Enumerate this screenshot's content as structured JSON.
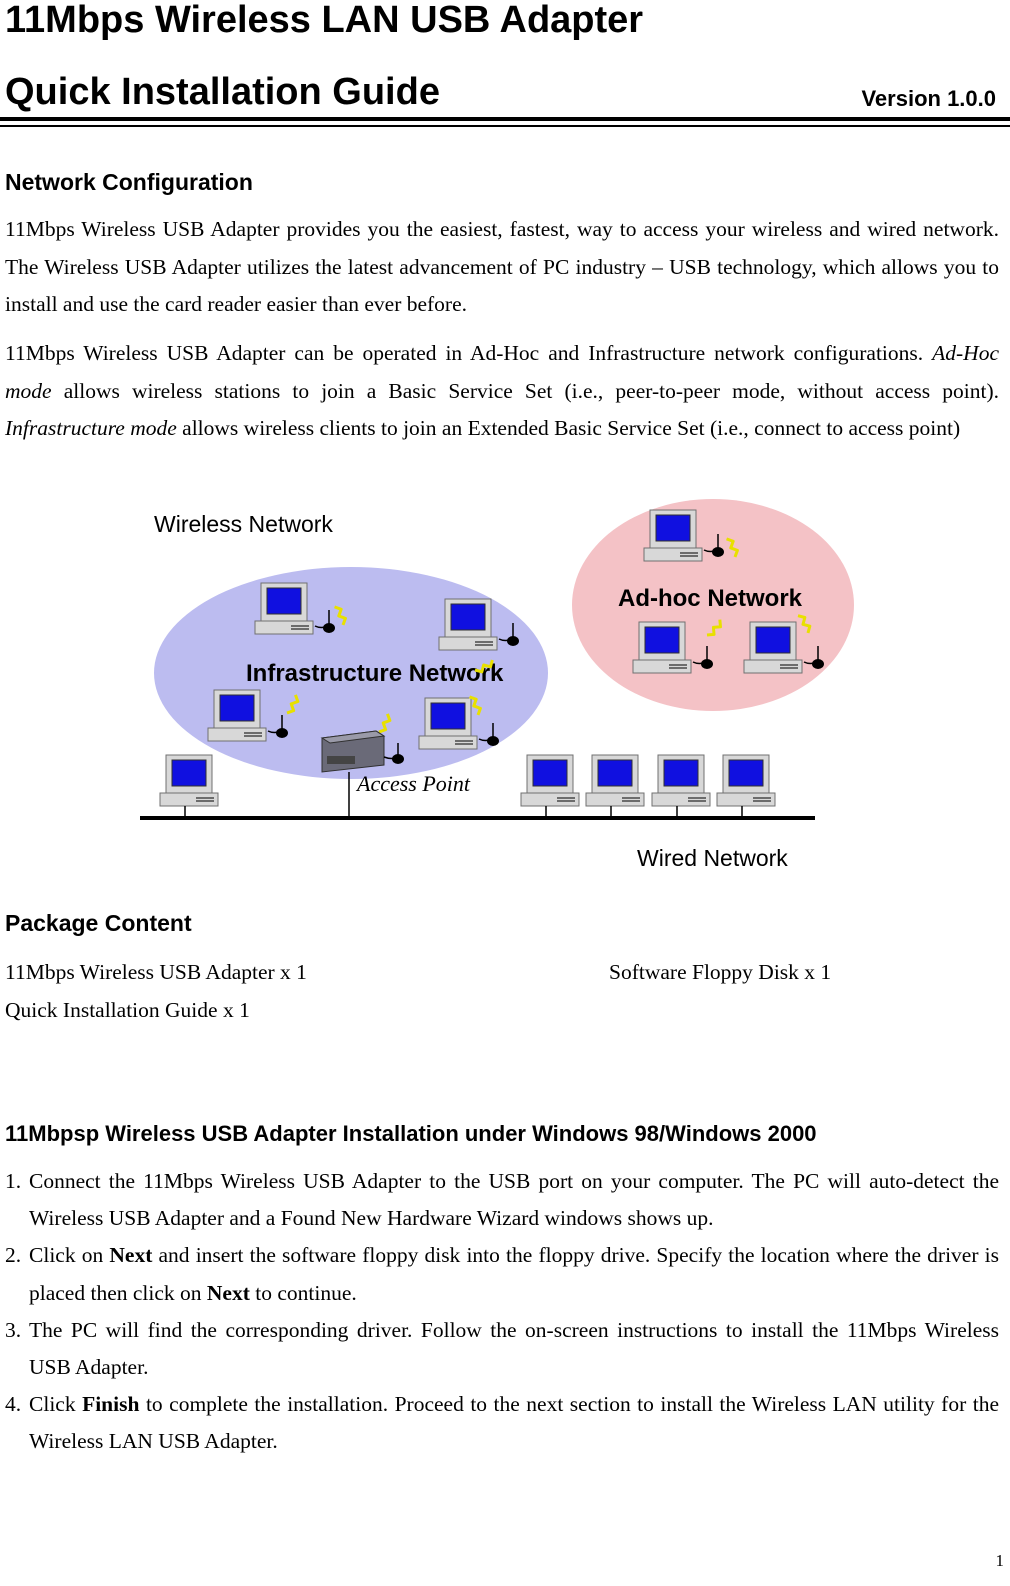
{
  "header": {
    "title_line1": "11Mbps Wireless LAN USB Adapter",
    "title_line2": "Quick Installation Guide",
    "version": "Version 1.0.0"
  },
  "network_configuration": {
    "heading": "Network Configuration",
    "para1": "11Mbps Wireless USB Adapter provides you the easiest, fastest, way to access your wireless and wired network.   The Wireless USB Adapter utilizes the latest advancement of PC industry – USB technology, which allows you to install and use the card reader easier than ever before.",
    "para2_start": "11Mbps Wireless USB Adapter can be operated in Ad-Hoc and Infrastructure network configurations.  ",
    "para2_adhoc_term": "Ad-Hoc mode",
    "para2_adhoc_text": " allows wireless stations to join a Basic Service Set (i.e., peer-to-peer mode, without access point).   ",
    "para2_infra_term": "Infrastructure mode",
    "para2_infra_text": " allows wireless clients to join an Extended Basic Service Set (i.e., connect to access point)"
  },
  "diagram": {
    "wireless_network_label": "Wireless Network",
    "infrastructure_label": "Infrastructure Network",
    "adhoc_label": "Ad-hoc Network",
    "access_point_label": "Access Point",
    "wired_network_label": "Wired Network",
    "colors": {
      "infrastructure_fill": "#bcbcf0",
      "adhoc_fill": "#f4c2c6",
      "monitor_screen": "#1010e0",
      "wave": "#f0e800",
      "computer_body": "#d8d8d8"
    }
  },
  "package_content": {
    "heading": "Package Content",
    "col1": [
      "11Mbps Wireless USB Adapter x 1",
      "Quick Installation Guide x 1"
    ],
    "col2": [
      "Software Floppy Disk x 1"
    ]
  },
  "installation": {
    "heading": "11Mbpsp Wireless USB Adapter Installation under Windows 98/Windows 2000",
    "steps": [
      {
        "num": "1.",
        "before": "Connect the 11Mbps Wireless USB Adapter to the USB port on your computer.   The PC will auto-detect the Wireless USB Adapter and a Found New Hardware Wizard windows shows up."
      },
      {
        "num": "2.",
        "before": "Click on ",
        "bold1": "Next",
        "middle": " and insert the software floppy disk into the floppy drive.   Specify the location where the driver is placed then click on ",
        "bold2": "Next",
        "after": " to continue."
      },
      {
        "num": "3.",
        "before": "The PC will find the corresponding driver.   Follow the on-screen instructions to install the 11Mbps Wireless USB Adapter."
      },
      {
        "num": "4.",
        "before": "Click ",
        "bold1": "Finish",
        "after": " to complete the installation.   Proceed to the next section to install the Wireless LAN utility for the Wireless LAN USB Adapter."
      }
    ]
  },
  "page_number": "1"
}
